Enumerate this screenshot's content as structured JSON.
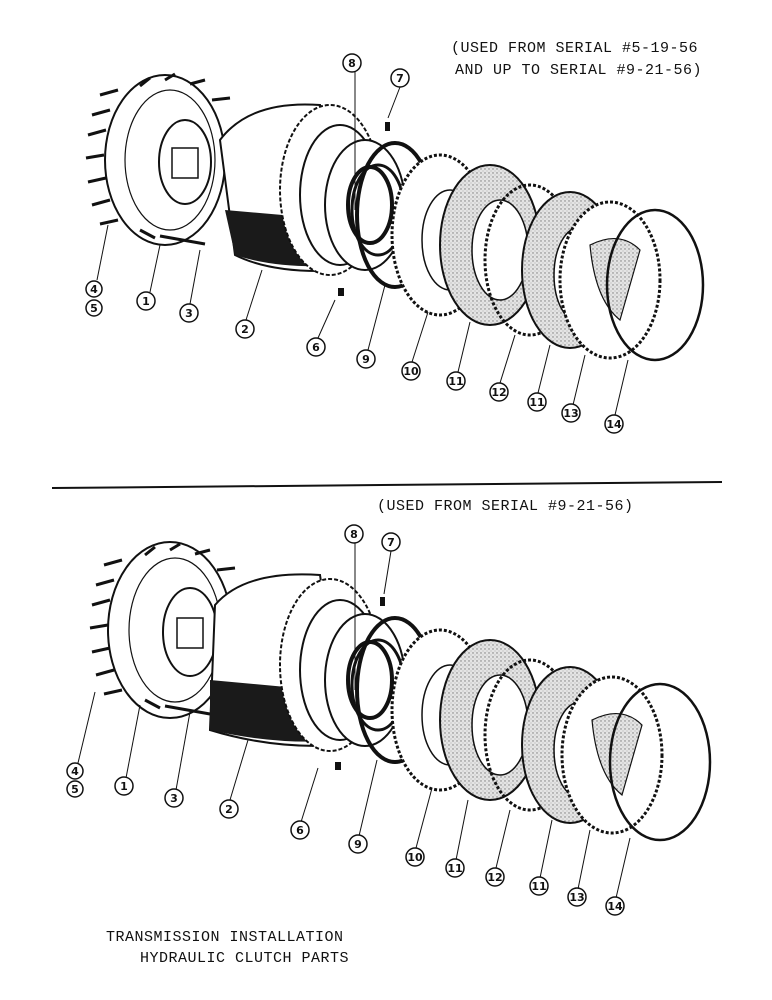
{
  "top_assembly": {
    "note_line1": "(USED FROM SERIAL #5-19-56",
    "note_line2": "AND UP TO SERIAL #9-21-56)",
    "callouts": [
      "8",
      "7",
      "4",
      "5",
      "1",
      "3",
      "2",
      "6",
      "9",
      "10",
      "11",
      "12",
      "11",
      "13",
      "14"
    ]
  },
  "bottom_assembly": {
    "note": "(USED FROM SERIAL #9-21-56)",
    "callouts": [
      "8",
      "7",
      "4",
      "5",
      "1",
      "3",
      "2",
      "6",
      "9",
      "10",
      "11",
      "12",
      "11",
      "13",
      "14"
    ]
  },
  "caption": {
    "line1": "TRANSMISSION INSTALLATION",
    "line2": "HYDRAULIC CLUTCH PARTS"
  },
  "colors": {
    "ink": "#111111",
    "paper": "#ffffff",
    "shade": "#bdbdbd"
  }
}
